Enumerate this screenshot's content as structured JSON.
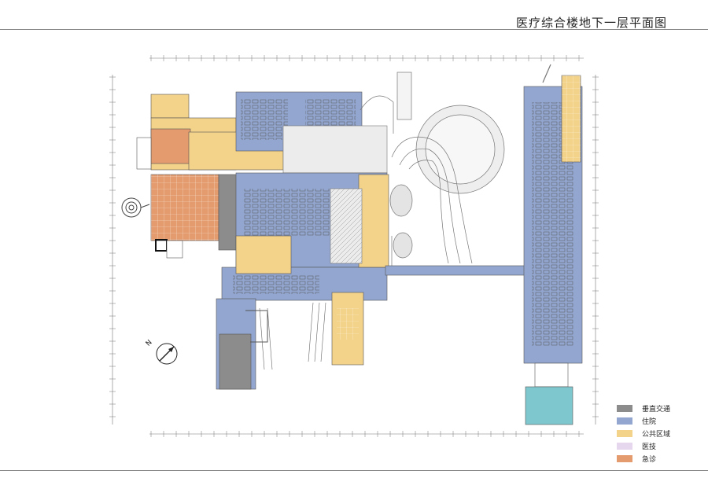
{
  "page": {
    "title": "医疗综合楼地下一层平面图"
  },
  "colors": {
    "traffic": "#8c8c8c",
    "inpatient": "#93a6d0",
    "public": "#f3d28a",
    "medtech": "#e6d7ee",
    "emergency": "#e49c6f",
    "equipment": "#7fc7cf",
    "plaza": "#e4e4e4",
    "line": "#555555"
  },
  "legend": [
    {
      "key": "traffic",
      "label": "垂直交通",
      "color": "#8c8c8c"
    },
    {
      "key": "inpatient",
      "label": "住院",
      "color": "#93a6d0"
    },
    {
      "key": "public",
      "label": "公共区域",
      "color": "#f3d28a"
    },
    {
      "key": "medtech",
      "label": "医技",
      "color": "#e6d7ee"
    },
    {
      "key": "emergency",
      "label": "急诊",
      "color": "#e49c6f"
    }
  ],
  "north_arrow": {
    "label": "N",
    "icon": "north-arrow-icon"
  }
}
